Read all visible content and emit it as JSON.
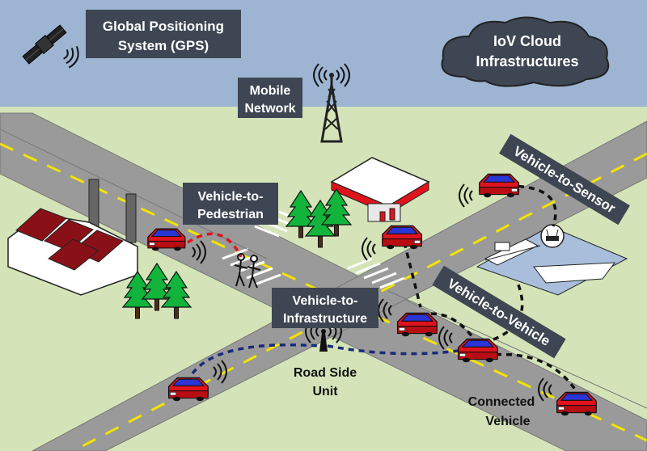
{
  "labels": {
    "gps_line1": "Global Positioning",
    "gps_line2": "System (GPS)",
    "cloud_line1": "IoV Cloud",
    "cloud_line2": "Infrastructures",
    "mobile_line1": "Mobile",
    "mobile_line2": "Network",
    "v2p_line1": "Vehicle-to-",
    "v2p_line2": "Pedestrian",
    "v2s": "Vehicle-to-Sensor",
    "v2i_line1": "Vehicle-to-",
    "v2i_line2": "Infrastructure",
    "v2v": "Vehicle-to-Vehicle",
    "rsu_line1": "Road Side",
    "rsu_line2": "Unit",
    "cv_line1": "Connected",
    "cv_line2": "Vehicle"
  },
  "colors": {
    "sky": "#9db5d3",
    "grass": "#d4e4b8",
    "road": "#9a9a9a",
    "road_line": "#f2e400",
    "label_box": "#3d4652",
    "car_red": "#e0131c",
    "car_blue": "#2a35d6",
    "tree": "#12b43c",
    "link_red": "#e0131c",
    "link_blue": "#1a2a78",
    "link_black": "#111111"
  },
  "icons": {
    "satellite": "satellite-icon",
    "tower": "cell-tower-icon",
    "rsu": "antenna-icon",
    "router": "wifi-router-icon",
    "factory": "factory-icon",
    "gas_station": "gas-station-icon",
    "pedestrians": "pedestrian-icon",
    "airport": "airport-icon"
  }
}
